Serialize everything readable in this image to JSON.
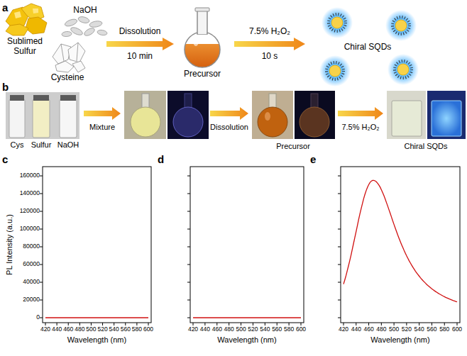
{
  "diagram": {
    "labels": [
      "a",
      "Sublimed Sulfur",
      "NaOH",
      "Cysteine",
      "Dissolution",
      "10 min",
      "Precursor",
      "7.5% H₂O₂",
      "10 s",
      "Chiral SQDs",
      "b",
      "Cys",
      "Sulfur",
      "NaOH",
      "Mixture",
      "Dissolution",
      "Precursor",
      "7.5% H₂O₂",
      "Chiral SQDs",
      "c",
      "PL Intensity (a.u.)",
      "160000",
      "140000",
      "120000",
      "100000",
      "80000",
      "60000",
      "40000",
      "20000",
      "0",
      "420",
      "440",
      "460",
      "480",
      "500",
      "520",
      "540",
      "560",
      "580",
      "600",
      "Wavelength (nm)",
      "d",
      "420",
      "440",
      "460",
      "480",
      "500",
      "520",
      "540",
      "560",
      "580",
      "600",
      "Wavelength (nm)",
      "e",
      "420",
      "440",
      "460",
      "480",
      "500",
      "520",
      "540",
      "560",
      "580",
      "600",
      "Wavelength (nm)"
    ]
  }
}
